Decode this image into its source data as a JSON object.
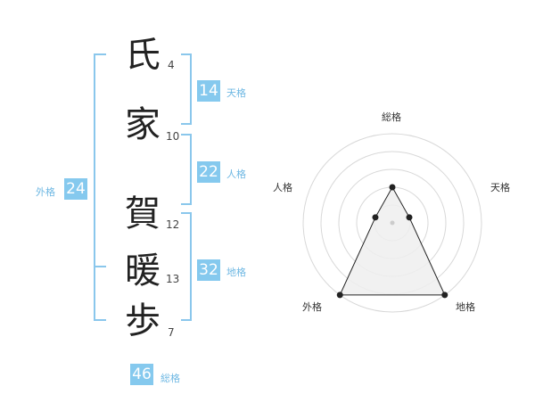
{
  "name": {
    "characters": [
      {
        "char": "氏",
        "strokes": "4"
      },
      {
        "char": "家",
        "strokes": "10"
      },
      {
        "char": "賀",
        "strokes": "12"
      },
      {
        "char": "暖",
        "strokes": "13"
      },
      {
        "char": "歩",
        "strokes": "7"
      }
    ]
  },
  "scores": {
    "tenkaku": {
      "value": "14",
      "label": "天格"
    },
    "jinkaku": {
      "value": "22",
      "label": "人格"
    },
    "chikaku": {
      "value": "32",
      "label": "地格"
    },
    "gaikaku": {
      "value": "24",
      "label": "外格"
    },
    "soukaku": {
      "value": "46",
      "label": "総格"
    }
  },
  "radar": {
    "axes": [
      "総格",
      "天格",
      "地格",
      "外格",
      "人格"
    ],
    "levels": 5,
    "values": [
      2,
      1,
      5,
      5,
      1
    ],
    "colors": {
      "grid": "#d8d8d8",
      "fill": "#eeeeee",
      "stroke": "#222222"
    }
  },
  "colors": {
    "accent": "#85c9ee",
    "bracket": "#8ac7ec"
  }
}
